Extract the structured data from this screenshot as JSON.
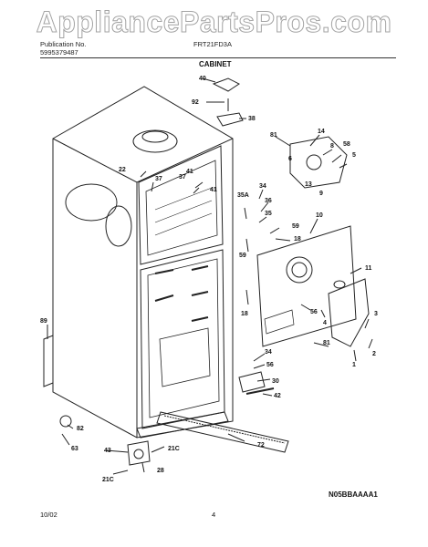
{
  "watermark": "AppliancePartsPros.com",
  "header": {
    "publication_label": "Publication No.",
    "publication_number": "5995379487",
    "model": "FRT21FD3A",
    "section_title": "CABINET"
  },
  "footer": {
    "date": "10/02",
    "page": "4",
    "diagram_code": "N05BBAAAA1"
  },
  "callouts": [
    "40",
    "92",
    "38",
    "81",
    "14",
    "8",
    "58",
    "6",
    "5",
    "22",
    "37",
    "41",
    "41",
    "37",
    "13",
    "9",
    "35A",
    "34",
    "36",
    "35",
    "10",
    "59",
    "18",
    "59",
    "11",
    "18",
    "56",
    "4",
    "3",
    "2",
    "1",
    "89",
    "34",
    "56",
    "30",
    "81",
    "42",
    "82",
    "63",
    "43",
    "21C",
    "72",
    "28",
    "21C"
  ]
}
